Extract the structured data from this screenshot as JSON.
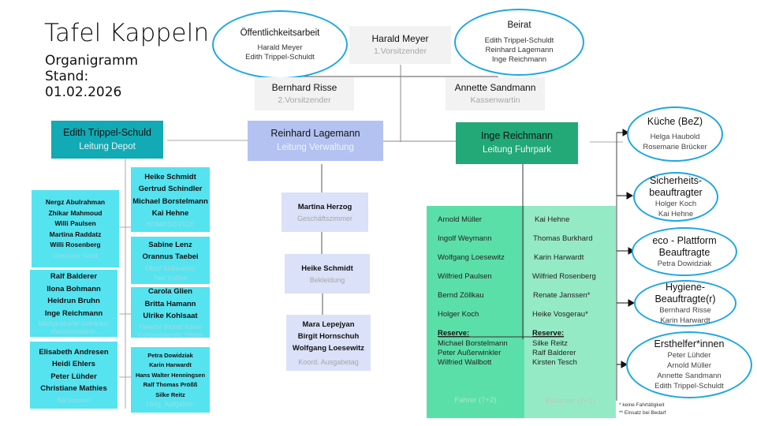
{
  "header": {
    "title": "Tafel Kappeln",
    "subtitle": "Organigramm",
    "stand_label": "Stand:",
    "date": "01.02.2026"
  },
  "top": {
    "chair": {
      "name": "Harald Meyer",
      "role": "1.Vorsitzender"
    },
    "vice": {
      "name": "Bernhard Risse",
      "role": "2.Vorsitzender"
    },
    "treasurer": {
      "name": "Annette Sandmann",
      "role": "Kassenwartin"
    },
    "pr": {
      "title": "Öffentlichkeitsarbeit",
      "members": [
        "Harald Meyer",
        "Edith Trippel-Schuldt"
      ]
    },
    "board": {
      "title": "Beirat",
      "members": [
        "Edith Trippel-Schuldt",
        "Reinhard Lagemann",
        "Inge Reichmann"
      ]
    }
  },
  "depot": {
    "head": {
      "name": "Edith Trippel-Schuld",
      "role": "Leitung Depot"
    },
    "groups_left": [
      {
        "members": [
          "Nergz Abulrahman",
          "Zhikar Mahmoud",
          "Willi Paulsen",
          "Martina Raddatz",
          "Willi Rosenberg"
        ],
        "area": "Gemüse/ Salat"
      },
      {
        "members": [
          "Ralf Balderer",
          "Ilona Bohmann",
          "Heidrun Bruhn",
          "Inge Reichmann"
        ],
        "area": "Milchprodukte/ Getränke/ Haushaltswaren"
      },
      {
        "members": [
          "Elisabeth Andresen",
          "Heidi Ehlers",
          "Peter Lühder",
          "Christiane Mathies"
        ],
        "area": "Backwaren"
      }
    ],
    "groups_right": [
      {
        "members": [
          "Heike Schmidt",
          "Gertrud Schindler",
          "Michael Borstelmann",
          "Kai Hehne"
        ],
        "area": "HOMESEVICE"
      },
      {
        "members": [
          "Sabine Lenz",
          "Orannus Taebei"
        ],
        "area": "Obst/ Süßwaren/ Tee/ Kaffee"
      },
      {
        "members": [
          "Carola Glien",
          "Britta Hamann",
          "Ulrike Kohlsaat"
        ],
        "area": "Fleisch/ Wurst/ Käse/ Kolionalwaren/ Vegan"
      },
      {
        "members": [
          "Petra Dowidziak",
          "Karin Harwardt",
          "Hans Walter Henningsen",
          "Ralf Thomas Prößß",
          "Silke Reitz"
        ],
        "area": "Ustg. Aufgaben"
      }
    ]
  },
  "verwaltung": {
    "head": {
      "name": "Reinhard Lagemann",
      "role": "Leitung Verwaltung"
    },
    "units": [
      {
        "members": [
          "Martina Herzog"
        ],
        "area": "Geschäftszimmer"
      },
      {
        "members": [
          "Heike Schmidt"
        ],
        "area": "Bekleidung"
      },
      {
        "members": [
          "Mara Lepejyan",
          "Birgit Hornschuh",
          "Wolfgang Loesewitz"
        ],
        "area": "Koord. Ausgabetag"
      }
    ]
  },
  "fuhrpark": {
    "head": {
      "name": "Inge Reichmann",
      "role": "Leitung Fuhrpark"
    },
    "drivers": {
      "members": [
        "Arnold Müller",
        "Ingolf Weymann",
        "Wolfgang Loesewitz",
        "Wilfried Paulsen",
        "Bernd Zöllkau",
        "Holger Koch"
      ],
      "reserve_label": "Reserve:",
      "reserve": [
        "Michael Borstelmann",
        "Peter Außerwinkler",
        "Wilfried Wallbott"
      ],
      "label": "Fahrer (7+2)"
    },
    "codrivers": {
      "members": [
        "Kai Hehne",
        "Thomas Burkhard",
        "Karin Harwardt",
        "Wilfried Rosenberg",
        "Renate Janssen*",
        "Heike Vosgerau*"
      ],
      "reserve_label": "Reserve:",
      "reserve": [
        "Silke Reitz",
        "Ralf Balderer",
        "Kirsten Tesch"
      ],
      "label": "Beifahrer (7+2)"
    }
  },
  "roles": [
    {
      "title": "Küche (BeZ)",
      "members": [
        "Helga Haubold",
        "Rosemarie Brücker"
      ]
    },
    {
      "title": "Sicherheits-beauftragter",
      "title_lines": [
        "Sicherheits-",
        "beauftragter"
      ],
      "members": [
        "Holger Koch",
        "Kai Hehne"
      ]
    },
    {
      "title": "eco - Plattform Beauftragte",
      "title_lines": [
        "eco - Plattform",
        "Beauftragte"
      ],
      "members": [
        "Petra Dowidziak"
      ]
    },
    {
      "title": "Hygiene-Beauftragte(r)",
      "title_lines": [
        "Hygiene-",
        "Beauftragte(r)"
      ],
      "members": [
        "Bernhard Risse",
        "Karin Harwardt"
      ]
    },
    {
      "title": "Ersthelfer*innen",
      "members": [
        "Peter Lühder",
        "Arnold Müller",
        "Annette Sandmann",
        "Edith Trippel-Schuldt"
      ]
    }
  ],
  "footnotes": [
    "*  keine Fahrtätigkeit",
    "** Einsatz bei Bedarf"
  ],
  "colors": {
    "depot": "#11aab5",
    "depot_groups": "#55e3ef",
    "verwaltung": "#b4c2f2",
    "verwaltung_units": "#dae1f8",
    "fuhrpark": "#22a977",
    "drivers": "#5bdfa8",
    "codrivers": "#95eac6",
    "ellipse_border": "#1fa7e0",
    "board_boxes": "#f2f2f2"
  }
}
